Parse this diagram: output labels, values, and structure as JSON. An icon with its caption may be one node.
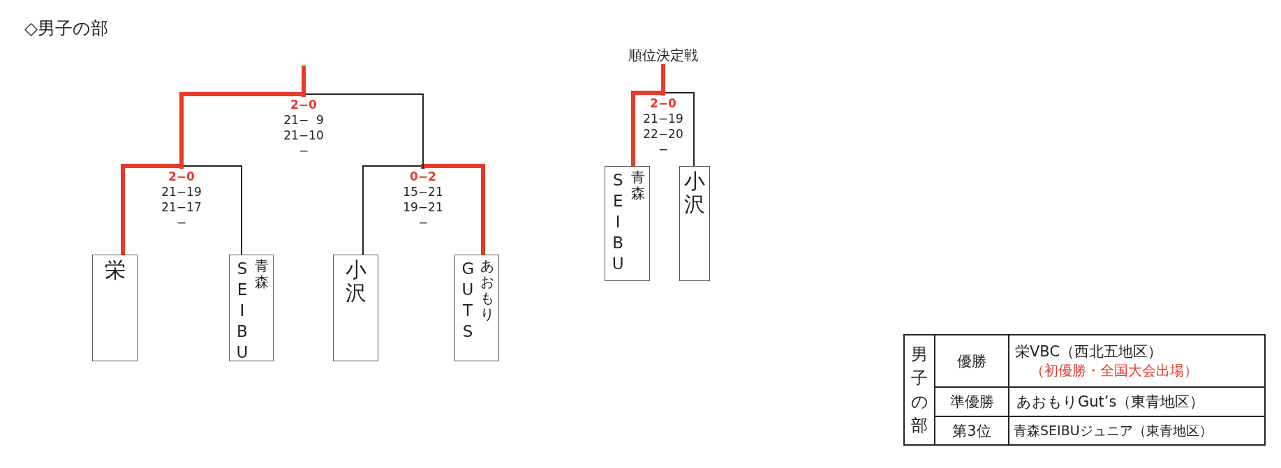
{
  "diagram": {
    "title": "◇男子の部",
    "nodes": [
      {
        "text": [
          "栄"
        ]
      },
      {
        "text": [
          "SEIBU",
          "青森"
        ]
      },
      {
        "text": [
          "小沢"
        ]
      },
      {
        "text": [
          "GUTS",
          "あおもり"
        ]
      },
      {
        "text": [
          "SEIBU",
          "青森"
        ]
      },
      {
        "text": [
          "小沢"
        ]
      },
      {
        "text": [
          "2−0",
          "21−19",
          "21−17",
          "−"
        ]
      },
      {
        "text": [
          "0−2",
          "15−21",
          "19−21",
          "−"
        ]
      },
      {
        "text": [
          "2−0",
          "21−  9",
          "21−10",
          "−"
        ]
      },
      {
        "text": [
          "2−0",
          "21−19",
          "22−20",
          "−"
        ]
      },
      {
        "text": [
          "順位決定戦"
        ]
      }
    ],
    "edges": [
      {
        "from": 0,
        "to": 6,
        "arrow": "none"
      },
      {
        "from": 1,
        "to": 6,
        "arrow": "none",
        "color": "#222222"
      },
      {
        "from": 2,
        "to": 7,
        "arrow": "none",
        "color": "#222222"
      },
      {
        "from": 3,
        "to": 7,
        "arrow": "none"
      },
      {
        "from": 6,
        "to": 8,
        "arrow": "none"
      },
      {
        "from": 7,
        "to": 8,
        "arrow": "none",
        "color": "#222222"
      },
      {
        "from": 8,
        "to": null,
        "arrow": "none"
      },
      {
        "from": 4,
        "to": 9,
        "arrow": "none"
      },
      {
        "from": 5,
        "to": 9,
        "arrow": "none",
        "color": "#222222"
      },
      {
        "from": 9,
        "to": 10,
        "arrow": "none"
      }
    ],
    "labels": [
      "男子の部",
      "優勝",
      "栄VBC（西北五地区）",
      "（初優勝・全国大会出場）",
      "準優勝",
      "あおもりGut’s（東青地区）",
      "第3位",
      "青森SEIBUジュニア（東青地区）"
    ]
  }
}
